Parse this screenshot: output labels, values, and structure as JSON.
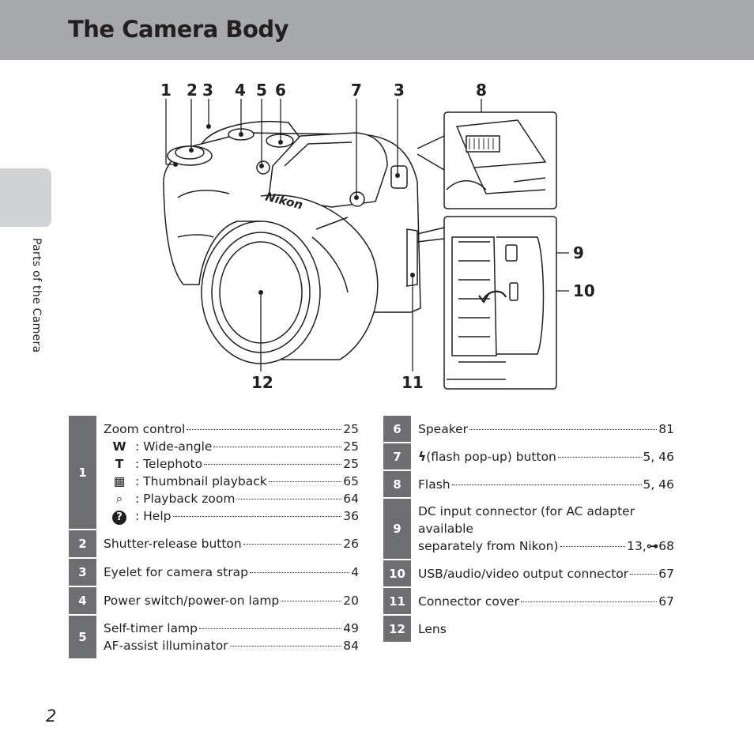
{
  "header": {
    "title": "The Camera Body"
  },
  "side_tab": {
    "label": "Parts of the Camera"
  },
  "page_number": "2",
  "callouts": {
    "top": [
      "1",
      "2",
      "3",
      "4",
      "5",
      "6",
      "7",
      "3",
      "8"
    ],
    "right_9": "9",
    "right_10": "10",
    "bottom_12": "12",
    "bottom_11": "11"
  },
  "camera_brand": "Nikon",
  "left_table": {
    "r1": {
      "key": "1",
      "items": [
        {
          "icon": "",
          "label": "Zoom control",
          "page": "25"
        },
        {
          "icon": "W",
          "label": ": Wide-angle",
          "page": "25"
        },
        {
          "icon": "T",
          "label": ": Telephoto",
          "page": "25"
        },
        {
          "icon": "▦",
          "label": ": Thumbnail playback",
          "page": "65"
        },
        {
          "icon": "🔍",
          "label": ": Playback zoom",
          "page": "64"
        },
        {
          "icon": "?",
          "label": ": Help",
          "page": "36"
        }
      ]
    },
    "r2": {
      "key": "2",
      "label": "Shutter-release button",
      "page": "26"
    },
    "r3": {
      "key": "3",
      "label": "Eyelet for camera strap",
      "page": "4"
    },
    "r4": {
      "key": "4",
      "label": "Power switch/power-on lamp",
      "page": "20"
    },
    "r5": {
      "key": "5",
      "items": [
        {
          "label": "Self-timer lamp",
          "page": "49"
        },
        {
          "label": "AF-assist illuminator",
          "page": "84"
        }
      ]
    }
  },
  "right_table": {
    "r6": {
      "key": "6",
      "label": "Speaker",
      "page": "81"
    },
    "r7": {
      "key": "7",
      "icon": "ϟ",
      "label": " (flash pop-up) button",
      "page": "5, 46"
    },
    "r8": {
      "key": "8",
      "label": "Flash",
      "page": "5, 46"
    },
    "r9": {
      "key": "9",
      "line1": "DC input connector (for AC adapter available",
      "line2": "separately from Nikon)",
      "page": "13, ",
      "ref_icon": "⊶",
      "ref_page": "68"
    },
    "r10": {
      "key": "10",
      "label": "USB/audio/video output connector",
      "page": "67"
    },
    "r11": {
      "key": "11",
      "label": "Connector cover",
      "page": "67"
    },
    "r12": {
      "key": "12",
      "label": "Lens"
    }
  }
}
